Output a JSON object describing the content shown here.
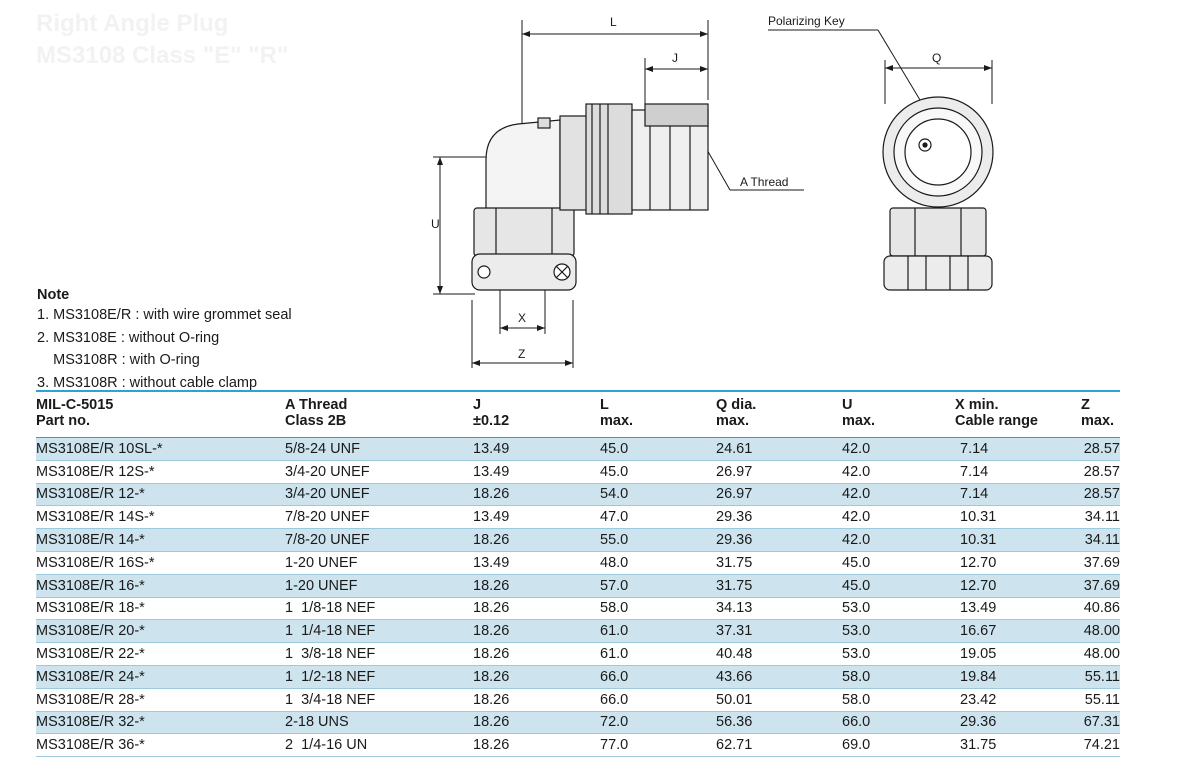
{
  "heading": {
    "line1": "Right Angle Plug",
    "line2": "MS3108 Class \"E\" \"R\""
  },
  "drawing_labels": {
    "L": "L",
    "J": "J",
    "U": "U",
    "X": "X",
    "Z": "Z",
    "Q": "Q",
    "polarizing_key": "Polarizing Key",
    "a_thread": "A Thread"
  },
  "note": {
    "title": "Note",
    "lines": [
      "1. MS3108E/R : with wire grommet seal",
      "2. MS3108E : without O-ring",
      "    MS3108R : with O-ring",
      "3. MS3108R : without cable clamp"
    ]
  },
  "table": {
    "headers": [
      [
        "MIL-C-5015",
        "Part no."
      ],
      [
        "A Thread",
        "Class 2B"
      ],
      [
        "J",
        "±0.12"
      ],
      [
        "L",
        "max."
      ],
      [
        "Q dia.",
        "max."
      ],
      [
        "U",
        "max."
      ],
      [
        "X min.",
        "Cable range"
      ],
      [
        "Z",
        "max."
      ]
    ],
    "rows": [
      [
        "MS3108E/R 10SL-*",
        "5/8-24 UNF",
        "13.49",
        "45.0",
        "24.61",
        "42.0",
        "7.14",
        "28.57"
      ],
      [
        "MS3108E/R 12S-*",
        "3/4-20 UNEF",
        "13.49",
        "45.0",
        "26.97",
        "42.0",
        "7.14",
        "28.57"
      ],
      [
        "MS3108E/R 12-*",
        "3/4-20 UNEF",
        "18.26",
        "54.0",
        "26.97",
        "42.0",
        "7.14",
        "28.57"
      ],
      [
        "MS3108E/R 14S-*",
        "7/8-20 UNEF",
        "13.49",
        "47.0",
        "29.36",
        "42.0",
        "10.31",
        "34.11"
      ],
      [
        "MS3108E/R 14-*",
        "7/8-20 UNEF",
        "18.26",
        "55.0",
        "29.36",
        "42.0",
        "10.31",
        "34.11"
      ],
      [
        "MS3108E/R 16S-*",
        "1-20 UNEF",
        "13.49",
        "48.0",
        "31.75",
        "45.0",
        "12.70",
        "37.69"
      ],
      [
        "MS3108E/R 16-*",
        "1-20 UNEF",
        "18.26",
        "57.0",
        "31.75",
        "45.0",
        "12.70",
        "37.69"
      ],
      [
        "MS3108E/R 18-*",
        "1  1/8-18 NEF",
        "18.26",
        "58.0",
        "34.13",
        "53.0",
        "13.49",
        "40.86"
      ],
      [
        "MS3108E/R 20-*",
        "1  1/4-18 NEF",
        "18.26",
        "61.0",
        "37.31",
        "53.0",
        "16.67",
        "48.00"
      ],
      [
        "MS3108E/R 22-*",
        "1  3/8-18 NEF",
        "18.26",
        "61.0",
        "40.48",
        "53.0",
        "19.05",
        "48.00"
      ],
      [
        "MS3108E/R 24-*",
        "1  1/2-18 NEF",
        "18.26",
        "66.0",
        "43.66",
        "58.0",
        "19.84",
        "55.11"
      ],
      [
        "MS3108E/R 28-*",
        "1  3/4-18 NEF",
        "18.26",
        "66.0",
        "50.01",
        "58.0",
        "23.42",
        "55.11"
      ],
      [
        "MS3108E/R 32-*",
        "2-18 UNS",
        "18.26",
        "72.0",
        "56.36",
        "66.0",
        "29.36",
        "67.31"
      ],
      [
        "MS3108E/R 36-*",
        "2  1/4-16 UN",
        "18.26",
        "77.0",
        "62.71",
        "69.0",
        "31.75",
        "74.21"
      ]
    ]
  },
  "colors": {
    "accent": "#2aa4d6",
    "row_shade": "#cde4ee",
    "rule": "#9cc9de"
  }
}
